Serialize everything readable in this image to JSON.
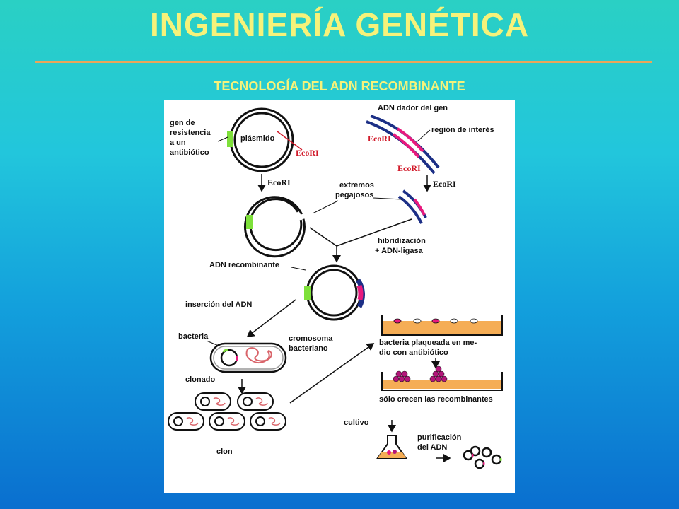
{
  "header": {
    "title": "INGENIERÍA GENÉTICA",
    "subtitle": "TECNOLOGÍA DEL ADN RECOMBINANTE"
  },
  "diagram": {
    "labels": {
      "resistance_1": "gen de",
      "resistance_2": "resistencia",
      "resistance_3": "a un",
      "resistance_4": "antibiótico",
      "plasmid": "plásmido",
      "ecori_plasmid": "EcoRI",
      "donor_dna": "ADN dador del gen",
      "region_interest": "región de interés",
      "ecori_donor_top": "EcoRI",
      "ecori_donor_bottom": "EcoRI",
      "ecori_arrow_left": "EcoRI",
      "ecori_arrow_right": "EcoRI",
      "sticky_1": "extremos",
      "sticky_2": "pegajosos",
      "hybrid_1": "hibridización",
      "hybrid_2": "+ ADN-ligasa",
      "recombinant": "ADN recombinante",
      "insertion": "inserción del ADN",
      "bacteria": "bacteria",
      "chromosome_1": "cromosoma",
      "chromosome_2": "bacteriano",
      "cloned": "clonado",
      "clone": "clon",
      "plated_1": "bacteria plaqueada en me-",
      "plated_2": "dio con antibiótico",
      "only_grow": "sólo crecen las recombinantes",
      "culture": "cultivo",
      "purification_1": "purificación",
      "purification_2": "del ADN"
    },
    "colors": {
      "resistance_gene": "#7ee03a",
      "insert_gene": "#e8197d",
      "donor_strand": "#1c2f86",
      "dish_medium": "#f5ad55",
      "enzyme_site": "#d11a2a"
    }
  }
}
